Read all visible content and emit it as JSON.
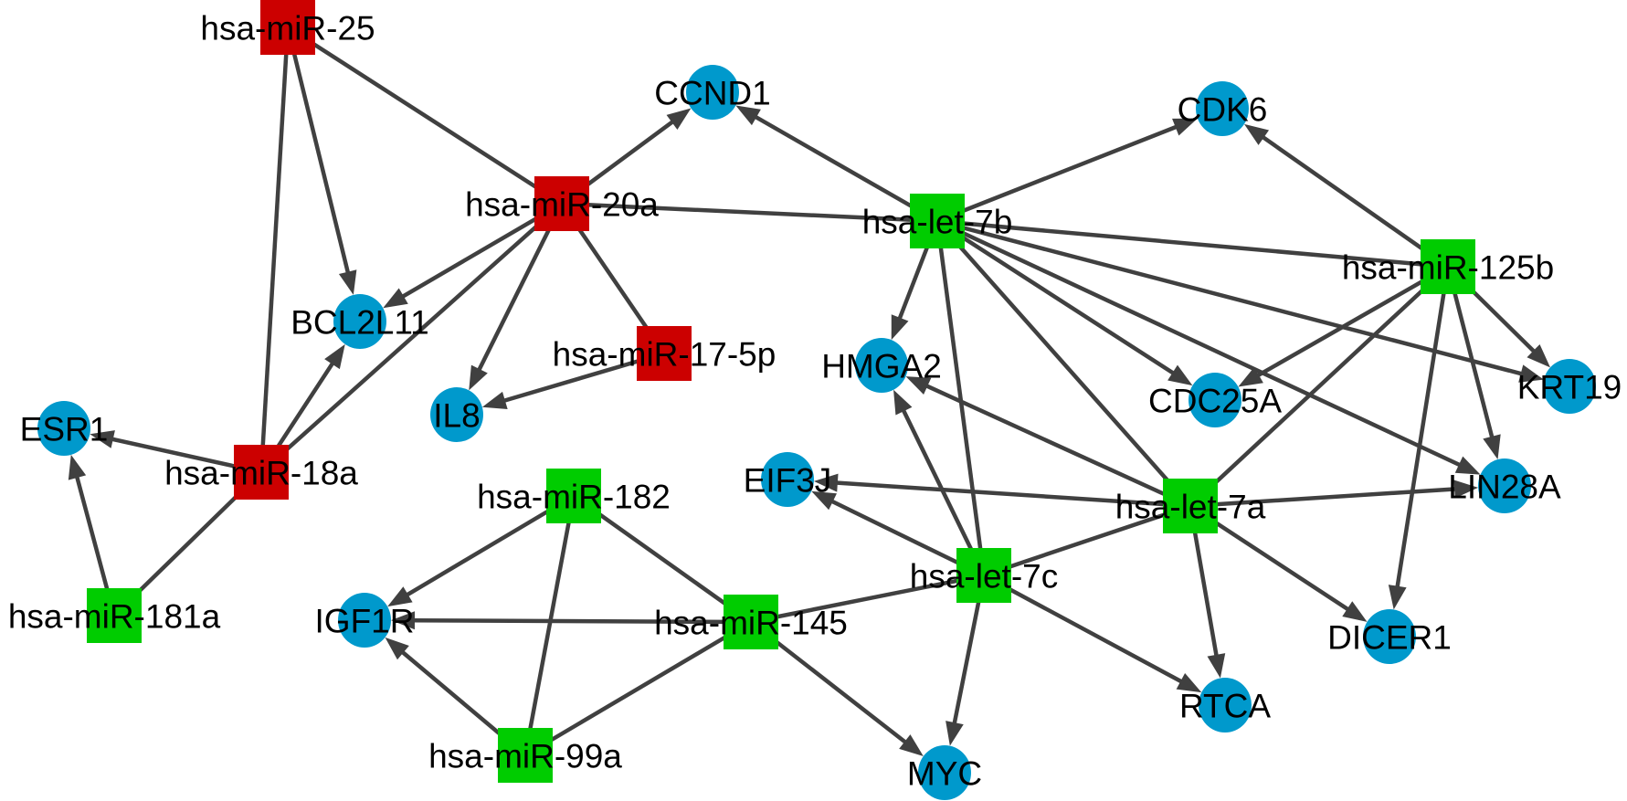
{
  "colors": {
    "upregulated_mirna": "#cc0000",
    "downregulated_mirna": "#00cc00",
    "gene": "#0099cc",
    "edge": "#404040"
  },
  "nodes": [
    {
      "id": "miR-25",
      "label": "hsa-miR-25",
      "type": "upregulated_mirna"
    },
    {
      "id": "miR-20a",
      "label": "hsa-miR-20a",
      "type": "upregulated_mirna"
    },
    {
      "id": "miR-17-5p",
      "label": "hsa-miR-17-5p",
      "type": "upregulated_mirna"
    },
    {
      "id": "miR-18a",
      "label": "hsa-miR-18a",
      "type": "upregulated_mirna"
    },
    {
      "id": "miR-181a",
      "label": "hsa-miR-181a",
      "type": "downregulated_mirna"
    },
    {
      "id": "miR-182",
      "label": "hsa-miR-182",
      "type": "downregulated_mirna"
    },
    {
      "id": "miR-145",
      "label": "hsa-miR-145",
      "type": "downregulated_mirna"
    },
    {
      "id": "miR-99a",
      "label": "hsa-miR-99a",
      "type": "downregulated_mirna"
    },
    {
      "id": "let-7b",
      "label": "hsa-let-7b",
      "type": "downregulated_mirna"
    },
    {
      "id": "let-7a",
      "label": "hsa-let-7a",
      "type": "downregulated_mirna"
    },
    {
      "id": "let-7c",
      "label": "hsa-let-7c",
      "type": "downregulated_mirna"
    },
    {
      "id": "miR-125b",
      "label": "hsa-miR-125b",
      "type": "downregulated_mirna"
    },
    {
      "id": "CCND1",
      "label": "CCND1",
      "type": "gene"
    },
    {
      "id": "CDK6",
      "label": "CDK6",
      "type": "gene"
    },
    {
      "id": "BCL2L11",
      "label": "BCL2L11",
      "type": "gene"
    },
    {
      "id": "IL8",
      "label": "IL8",
      "type": "gene"
    },
    {
      "id": "ESR1",
      "label": "ESR1",
      "type": "gene"
    },
    {
      "id": "HMGA2",
      "label": "HMGA2",
      "type": "gene"
    },
    {
      "id": "CDC25A",
      "label": "CDC25A",
      "type": "gene"
    },
    {
      "id": "KRT19",
      "label": "KRT19",
      "type": "gene"
    },
    {
      "id": "EIF3J",
      "label": "EIF3J",
      "type": "gene"
    },
    {
      "id": "LIN28A",
      "label": "LIN28A",
      "type": "gene"
    },
    {
      "id": "IGF1R",
      "label": "IGF1R",
      "type": "gene"
    },
    {
      "id": "DICER1",
      "label": "DICER1",
      "type": "gene"
    },
    {
      "id": "RTCA",
      "label": "RTCA",
      "type": "gene"
    },
    {
      "id": "MYC",
      "label": "MYC",
      "type": "gene"
    }
  ],
  "edges": [
    {
      "source": "miR-25",
      "target": "BCL2L11",
      "directed": true
    },
    {
      "source": "miR-25",
      "target": "miR-20a",
      "directed": false
    },
    {
      "source": "miR-25",
      "target": "miR-18a",
      "directed": false
    },
    {
      "source": "miR-20a",
      "target": "CCND1",
      "directed": true
    },
    {
      "source": "miR-20a",
      "target": "BCL2L11",
      "directed": true
    },
    {
      "source": "miR-20a",
      "target": "IL8",
      "directed": true
    },
    {
      "source": "miR-20a",
      "target": "miR-17-5p",
      "directed": false
    },
    {
      "source": "miR-20a",
      "target": "let-7b",
      "directed": false
    },
    {
      "source": "miR-20a",
      "target": "miR-18a",
      "directed": false
    },
    {
      "source": "miR-17-5p",
      "target": "IL8",
      "directed": true
    },
    {
      "source": "miR-18a",
      "target": "BCL2L11",
      "directed": true
    },
    {
      "source": "miR-18a",
      "target": "ESR1",
      "directed": true
    },
    {
      "source": "miR-18a",
      "target": "miR-181a",
      "directed": false
    },
    {
      "source": "miR-181a",
      "target": "ESR1",
      "directed": true
    },
    {
      "source": "let-7b",
      "target": "CCND1",
      "directed": true
    },
    {
      "source": "let-7b",
      "target": "CDK6",
      "directed": true
    },
    {
      "source": "let-7b",
      "target": "HMGA2",
      "directed": true
    },
    {
      "source": "let-7b",
      "target": "CDC25A",
      "directed": true
    },
    {
      "source": "let-7b",
      "target": "KRT19",
      "directed": true
    },
    {
      "source": "let-7b",
      "target": "LIN28A",
      "directed": true
    },
    {
      "source": "let-7b",
      "target": "miR-125b",
      "directed": false
    },
    {
      "source": "let-7b",
      "target": "let-7a",
      "directed": false
    },
    {
      "source": "let-7b",
      "target": "let-7c",
      "directed": false
    },
    {
      "source": "miR-125b",
      "target": "CDK6",
      "directed": true
    },
    {
      "source": "miR-125b",
      "target": "CDC25A",
      "directed": true
    },
    {
      "source": "miR-125b",
      "target": "KRT19",
      "directed": true
    },
    {
      "source": "miR-125b",
      "target": "LIN28A",
      "directed": true
    },
    {
      "source": "miR-125b",
      "target": "DICER1",
      "directed": true
    },
    {
      "source": "miR-125b",
      "target": "let-7a",
      "directed": false
    },
    {
      "source": "let-7a",
      "target": "HMGA2",
      "directed": true
    },
    {
      "source": "let-7a",
      "target": "EIF3J",
      "directed": true
    },
    {
      "source": "let-7a",
      "target": "LIN28A",
      "directed": true
    },
    {
      "source": "let-7a",
      "target": "DICER1",
      "directed": true
    },
    {
      "source": "let-7a",
      "target": "RTCA",
      "directed": true
    },
    {
      "source": "let-7a",
      "target": "let-7c",
      "directed": false
    },
    {
      "source": "let-7c",
      "target": "HMGA2",
      "directed": true
    },
    {
      "source": "let-7c",
      "target": "EIF3J",
      "directed": true
    },
    {
      "source": "let-7c",
      "target": "MYC",
      "directed": true
    },
    {
      "source": "let-7c",
      "target": "RTCA",
      "directed": true
    },
    {
      "source": "let-7c",
      "target": "miR-145",
      "directed": false
    },
    {
      "source": "miR-145",
      "target": "IGF1R",
      "directed": true
    },
    {
      "source": "miR-145",
      "target": "MYC",
      "directed": true
    },
    {
      "source": "miR-145",
      "target": "miR-182",
      "directed": false
    },
    {
      "source": "miR-145",
      "target": "miR-99a",
      "directed": false
    },
    {
      "source": "miR-182",
      "target": "IGF1R",
      "directed": true
    },
    {
      "source": "miR-182",
      "target": "miR-99a",
      "directed": false
    },
    {
      "source": "miR-99a",
      "target": "IGF1R",
      "directed": true
    }
  ]
}
